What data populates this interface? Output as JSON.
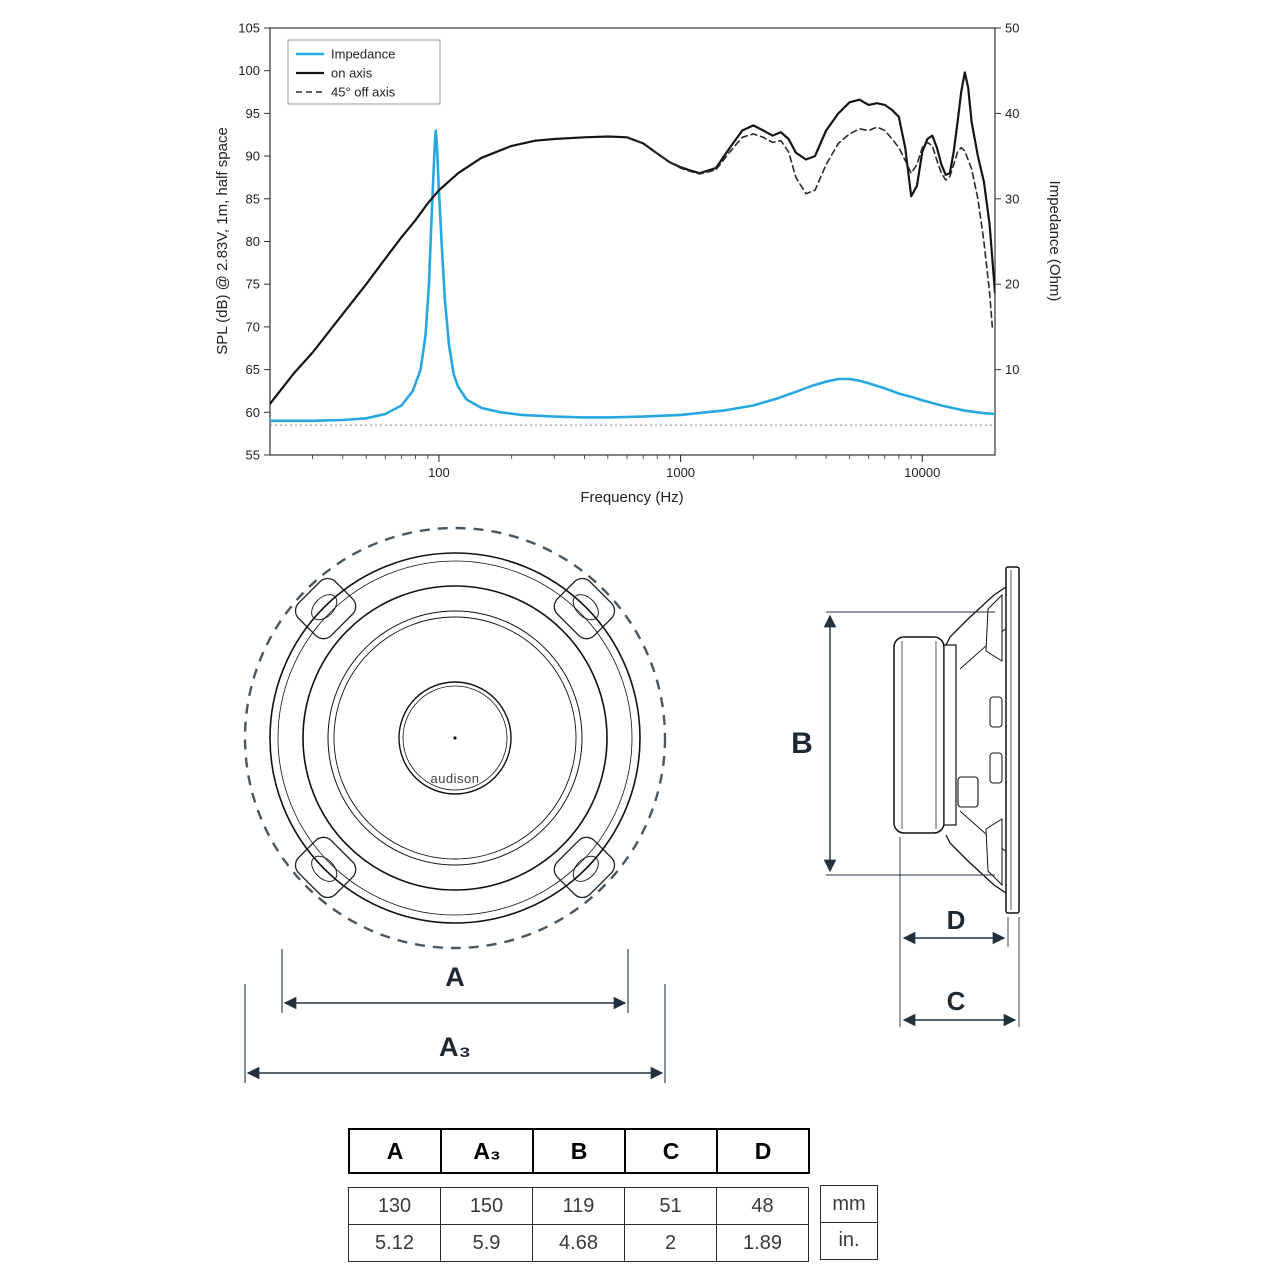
{
  "brand": "audison",
  "chart": {
    "xlabel": "Frequency (Hz)",
    "ylabel_left": "SPL (dB) @ 2.83V, 1m, half space",
    "ylabel_right": "Impedance (Ohm)"
  },
  "chart_data": {
    "type": "line",
    "title": "",
    "xlabel": "Frequency (Hz)",
    "ylabel_left": "SPL (dB) @ 2.83V, 1m, half space",
    "ylabel_right": "Impedance (Ohm)",
    "x_scale": "log",
    "x_range": [
      20,
      20000
    ],
    "y_left_range": [
      55,
      105
    ],
    "y_left_ticks": [
      55,
      60,
      65,
      70,
      75,
      80,
      85,
      90,
      95,
      100,
      105
    ],
    "y_right_range": [
      0,
      50
    ],
    "y_right_ticks": [
      10,
      20,
      30,
      40,
      50
    ],
    "x_tick_labels": [
      100,
      1000,
      10000
    ],
    "grid": false,
    "legend_position": "top-left",
    "nominal_line": {
      "axis": "right",
      "value": 3.5
    },
    "series": [
      {
        "name": "Impedance",
        "axis": "right",
        "color": "#29a8e0",
        "style": "solid",
        "width": 2.6,
        "points": [
          [
            20,
            4
          ],
          [
            30,
            4
          ],
          [
            40,
            4.1
          ],
          [
            50,
            4.3
          ],
          [
            60,
            4.8
          ],
          [
            70,
            5.8
          ],
          [
            78,
            7.5
          ],
          [
            84,
            10
          ],
          [
            88,
            14
          ],
          [
            91,
            20
          ],
          [
            93,
            27
          ],
          [
            95,
            33
          ],
          [
            96,
            36
          ],
          [
            97,
            38
          ],
          [
            98,
            36.5
          ],
          [
            100,
            31
          ],
          [
            103,
            24
          ],
          [
            106,
            18
          ],
          [
            110,
            13
          ],
          [
            115,
            9.5
          ],
          [
            120,
            8
          ],
          [
            130,
            6.5
          ],
          [
            150,
            5.5
          ],
          [
            180,
            5
          ],
          [
            220,
            4.7
          ],
          [
            300,
            4.5
          ],
          [
            400,
            4.4
          ],
          [
            500,
            4.4
          ],
          [
            700,
            4.5
          ],
          [
            1000,
            4.7
          ],
          [
            1500,
            5.2
          ],
          [
            2000,
            5.8
          ],
          [
            2500,
            6.6
          ],
          [
            3000,
            7.4
          ],
          [
            3500,
            8.1
          ],
          [
            4000,
            8.6
          ],
          [
            4500,
            8.9
          ],
          [
            5000,
            8.9
          ],
          [
            5500,
            8.7
          ],
          [
            6000,
            8.4
          ],
          [
            7000,
            7.8
          ],
          [
            8000,
            7.2
          ],
          [
            9000,
            6.8
          ],
          [
            10000,
            6.4
          ],
          [
            12000,
            5.8
          ],
          [
            15000,
            5.2
          ],
          [
            18000,
            4.9
          ],
          [
            20000,
            4.8
          ]
        ]
      },
      {
        "name": "on axis",
        "axis": "left",
        "color": "#151515",
        "style": "solid",
        "width": 2.2,
        "points": [
          [
            20,
            61
          ],
          [
            25,
            64.5
          ],
          [
            30,
            67
          ],
          [
            40,
            71.5
          ],
          [
            50,
            75
          ],
          [
            60,
            78
          ],
          [
            70,
            80.5
          ],
          [
            80,
            82.5
          ],
          [
            90,
            84.5
          ],
          [
            100,
            86
          ],
          [
            120,
            88
          ],
          [
            150,
            89.8
          ],
          [
            200,
            91.2
          ],
          [
            250,
            91.8
          ],
          [
            300,
            92
          ],
          [
            400,
            92.2
          ],
          [
            500,
            92.3
          ],
          [
            600,
            92.2
          ],
          [
            700,
            91.5
          ],
          [
            800,
            90.3
          ],
          [
            900,
            89.3
          ],
          [
            1000,
            88.7
          ],
          [
            1100,
            88.3
          ],
          [
            1200,
            88
          ],
          [
            1400,
            88.6
          ],
          [
            1600,
            91
          ],
          [
            1800,
            93
          ],
          [
            2000,
            93.6
          ],
          [
            2200,
            93
          ],
          [
            2400,
            92.4
          ],
          [
            2600,
            92.8
          ],
          [
            2800,
            92
          ],
          [
            3000,
            90.4
          ],
          [
            3300,
            89.6
          ],
          [
            3600,
            90
          ],
          [
            4000,
            93
          ],
          [
            4500,
            95
          ],
          [
            5000,
            96.3
          ],
          [
            5500,
            96.6
          ],
          [
            6000,
            96
          ],
          [
            6500,
            96.2
          ],
          [
            7000,
            96
          ],
          [
            7500,
            95.4
          ],
          [
            8000,
            94.6
          ],
          [
            8500,
            91
          ],
          [
            9000,
            85.3
          ],
          [
            9500,
            86.5
          ],
          [
            10000,
            90.5
          ],
          [
            10500,
            92
          ],
          [
            11000,
            92.4
          ],
          [
            11500,
            91
          ],
          [
            12000,
            89
          ],
          [
            12500,
            87.8
          ],
          [
            13000,
            88
          ],
          [
            13500,
            90.5
          ],
          [
            14000,
            94
          ],
          [
            14500,
            97.5
          ],
          [
            15000,
            99.8
          ],
          [
            15500,
            98
          ],
          [
            16000,
            94
          ],
          [
            17000,
            90
          ],
          [
            18000,
            87
          ],
          [
            19000,
            82
          ],
          [
            20000,
            74
          ]
        ]
      },
      {
        "name": "45° off axis",
        "axis": "left",
        "color": "#2a2a2a",
        "style": "dashed",
        "width": 1.6,
        "points": [
          [
            600,
            92.2
          ],
          [
            700,
            91.5
          ],
          [
            800,
            90.3
          ],
          [
            900,
            89.3
          ],
          [
            1000,
            88.6
          ],
          [
            1100,
            88.2
          ],
          [
            1200,
            87.9
          ],
          [
            1400,
            88.4
          ],
          [
            1600,
            90.5
          ],
          [
            1800,
            92.2
          ],
          [
            2000,
            92.6
          ],
          [
            2200,
            92.2
          ],
          [
            2400,
            91.6
          ],
          [
            2600,
            91.8
          ],
          [
            2800,
            90.5
          ],
          [
            3000,
            87.5
          ],
          [
            3300,
            85.6
          ],
          [
            3600,
            86
          ],
          [
            4000,
            89
          ],
          [
            4500,
            91.5
          ],
          [
            5000,
            92.6
          ],
          [
            5500,
            93.2
          ],
          [
            6000,
            93
          ],
          [
            6500,
            93.4
          ],
          [
            7000,
            93
          ],
          [
            7500,
            92
          ],
          [
            8000,
            91
          ],
          [
            8500,
            89.5
          ],
          [
            9000,
            88
          ],
          [
            9500,
            89
          ],
          [
            10000,
            91
          ],
          [
            10500,
            91.6
          ],
          [
            11000,
            91.2
          ],
          [
            11500,
            89.5
          ],
          [
            12000,
            88
          ],
          [
            12500,
            87.2
          ],
          [
            13000,
            87.6
          ],
          [
            13500,
            89
          ],
          [
            14000,
            90.5
          ],
          [
            14500,
            91
          ],
          [
            15000,
            90.6
          ],
          [
            16000,
            88.5
          ],
          [
            17000,
            85
          ],
          [
            18000,
            80
          ],
          [
            19000,
            74
          ],
          [
            19500,
            70
          ]
        ]
      }
    ]
  },
  "front_view": {
    "dim_a": "A",
    "dim_a3": "A₃"
  },
  "side_view": {
    "dim_b": "B",
    "dim_c": "C",
    "dim_d": "D"
  },
  "table": {
    "headers": [
      "A",
      "A₃",
      "B",
      "C",
      "D"
    ],
    "rows": [
      {
        "values": [
          "130",
          "150",
          "119",
          "51",
          "48"
        ],
        "unit": "mm"
      },
      {
        "values": [
          "5.12",
          "5.9",
          "4.68",
          "2",
          "1.89"
        ],
        "unit": "in."
      }
    ]
  }
}
